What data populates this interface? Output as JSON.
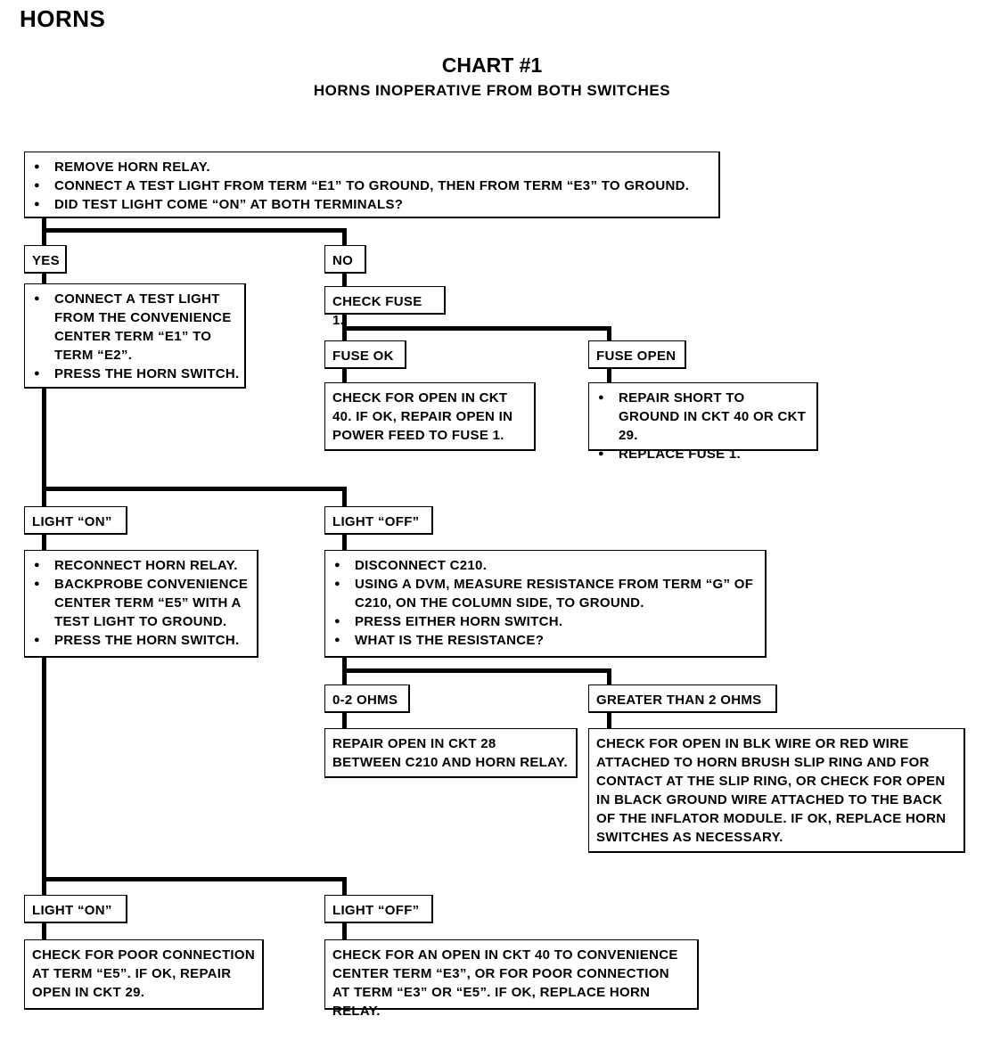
{
  "section_title": "HORNS",
  "chart_title": "CHART #1",
  "chart_subtitle": "HORNS INOPERATIVE FROM BOTH SWITCHES",
  "nodes": {
    "start": {
      "items": [
        "REMOVE HORN RELAY.",
        "CONNECT A TEST LIGHT FROM TERM “E1” TO GROUND, THEN FROM TERM “E3” TO GROUND.",
        "DID TEST LIGHT COME “ON” AT BOTH TERMINALS?"
      ]
    },
    "yes_label": "YES",
    "no_label": "NO",
    "yes_step": {
      "items": [
        "CONNECT A TEST LIGHT FROM THE CONVENIENCE CENTER TERM “E1” TO TERM “E2”.",
        "PRESS THE HORN SWITCH."
      ]
    },
    "check_fuse": "CHECK FUSE 1.",
    "fuse_ok_label": "FUSE OK",
    "fuse_open_label": "FUSE OPEN",
    "fuse_ok_step": "CHECK FOR OPEN IN CKT 40. IF OK, REPAIR OPEN IN POWER FEED TO FUSE 1.",
    "fuse_open_step": {
      "items": [
        "REPAIR SHORT TO GROUND IN CKT 40 OR CKT 29.",
        "REPLACE FUSE 1."
      ]
    },
    "light_on_label_1": "LIGHT “ON”",
    "light_off_label_1": "LIGHT “OFF”",
    "light_on_step_1": {
      "items": [
        "RECONNECT HORN RELAY.",
        "BACKPROBE CONVENIENCE CENTER TERM “E5” WITH A TEST LIGHT TO GROUND.",
        "PRESS THE HORN SWITCH."
      ]
    },
    "light_off_step_1": {
      "items": [
        "DISCONNECT C210.",
        "USING A DVM, MEASURE RESISTANCE FROM TERM “G” OF C210, ON THE COLUMN SIDE, TO GROUND.",
        "PRESS EITHER HORN SWITCH.",
        "WHAT IS THE RESISTANCE?"
      ]
    },
    "ohms_low_label": "0-2 OHMS",
    "ohms_high_label": "GREATER THAN 2 OHMS",
    "ohms_low_step": "REPAIR OPEN IN CKT 28 BETWEEN C210 AND HORN RELAY.",
    "ohms_high_step": "CHECK FOR OPEN IN BLK WIRE OR RED WIRE ATTACHED TO HORN BRUSH SLIP RING AND FOR CONTACT AT THE SLIP RING, OR CHECK FOR OPEN IN BLACK GROUND WIRE ATTACHED TO THE BACK OF THE INFLATOR MODULE.  IF OK, REPLACE HORN SWITCHES AS NECESSARY.",
    "light_on_label_2": "LIGHT “ON”",
    "light_off_label_2": "LIGHT “OFF”",
    "light_on_step_2": "CHECK FOR POOR CONNECTION AT TERM “E5”.  IF OK, REPAIR OPEN IN CKT 29.",
    "light_off_step_2": "CHECK FOR AN OPEN IN CKT 40 TO CONVENIENCE CENTER TERM “E3”, OR FOR POOR CONNECTION AT TERM “E3” OR “E5”.  IF OK, REPLACE HORN RELAY."
  }
}
